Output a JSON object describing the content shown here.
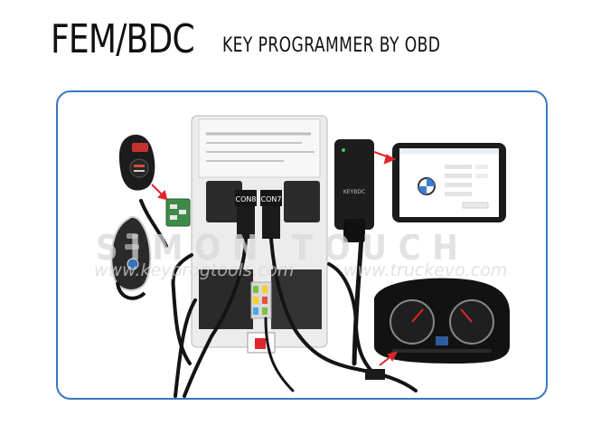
{
  "header": {
    "title": "FEM/BDC",
    "subtitle": "KEY PROGRAMMER BY OBD"
  },
  "module": {
    "connector_left": "CON8",
    "connector_right": "CON7"
  },
  "obd_dongle": {
    "label": "KEYBDC"
  },
  "watermarks": {
    "brand": "SIMON TOUCH",
    "site_left": "www.keyprogtools.com",
    "site_right": "www.truckevo.com"
  },
  "colors": {
    "frame_border": "#3a78c2",
    "arrow": "#e0252b",
    "cable": "#141414"
  }
}
